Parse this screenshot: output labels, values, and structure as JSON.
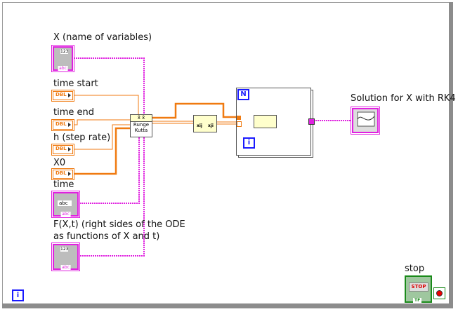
{
  "controls": {
    "x_names": {
      "label": "X (name of variables)",
      "tag": "abc",
      "badge": "123"
    },
    "time_start": {
      "label": "time start",
      "type": "DBL"
    },
    "time_end": {
      "label": "time end",
      "type": "DBL"
    },
    "h": {
      "label": "h (step rate)",
      "type": "DBL"
    },
    "x0": {
      "label": "X0",
      "type": "DBL"
    },
    "time": {
      "label": "time",
      "inner": "abc",
      "tag": "abc"
    },
    "f": {
      "label_line1": "F(X,t) (right sides of the ODE",
      "label_line2": "as functions of X and t)",
      "tag": "abc",
      "badge": "123"
    }
  },
  "subvi": {
    "header": "x̂  x̄",
    "line1": "Runge",
    "line2": "Kutta"
  },
  "transpose": {
    "left": "xij",
    "right": "xji"
  },
  "for_loop": {
    "count": "N",
    "iteration": "i"
  },
  "indicator": {
    "label": "Solution for X with RK4"
  },
  "stop": {
    "label": "stop",
    "button_text": "STOP",
    "tag": "TF"
  },
  "info_icon": "i",
  "colors": {
    "wire_dbl": "#f07a10",
    "wire_string": "#e020e0",
    "block_loop": "#1a1aff"
  }
}
